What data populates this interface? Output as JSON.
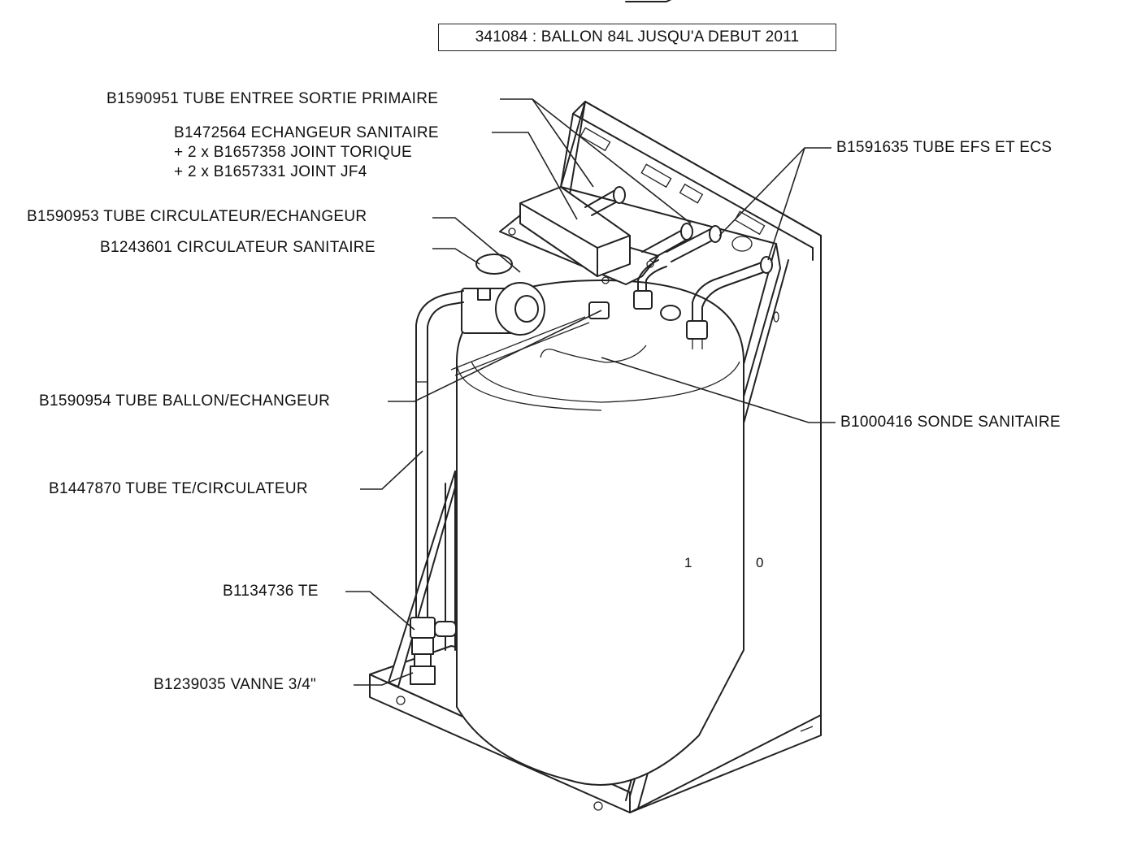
{
  "title": "341084 : BALLON 84L JUSQU'A DEBUT 2011",
  "labels": {
    "tube_primaire": "B1590951 TUBE ENTREE SORTIE PRIMAIRE",
    "echangeur_1": "B1472564 ECHANGEUR SANITAIRE",
    "echangeur_2": "+ 2 x B1657358 JOINT TORIQUE",
    "echangeur_3": "+ 2 x B1657331 JOINT JF4",
    "tube_circ_ech": "B1590953 TUBE CIRCULATEUR/ECHANGEUR",
    "circulateur": "B1243601 CIRCULATEUR SANITAIRE",
    "tube_ballon_ech": "B1590954 TUBE BALLON/ECHANGEUR",
    "tube_te_circ": "B1447870 TUBE TE/CIRCULATEUR",
    "te": "B1134736 TE",
    "vanne": "B1239035 VANNE 3/4\"",
    "tube_efs_ecs": "B1591635 TUBE EFS ET ECS",
    "sonde": "B1000416 SONDE SANITAIRE"
  },
  "switch_marks": {
    "on": "1",
    "off": "0"
  }
}
